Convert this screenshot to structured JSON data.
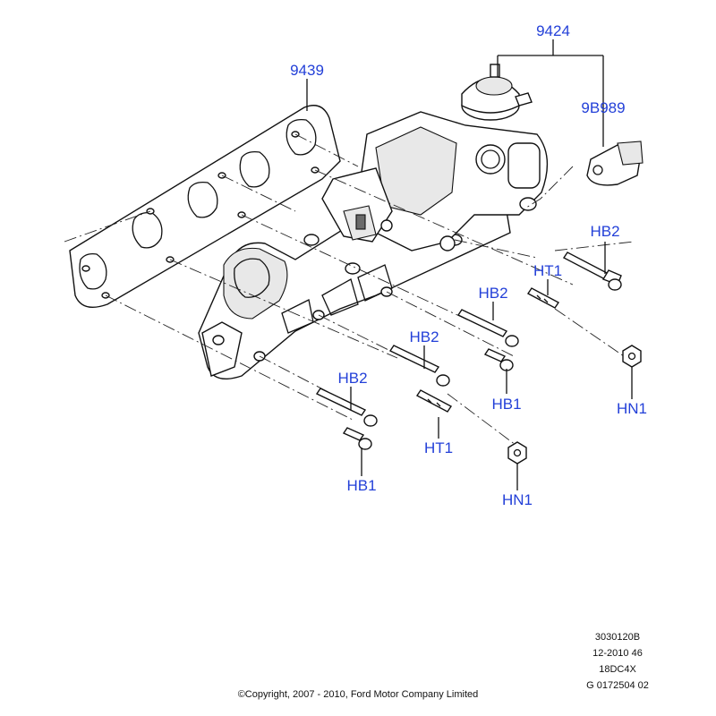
{
  "diagram": {
    "callouts": {
      "egr_valve": "9424",
      "gasket": "9439",
      "sensor": "9B989",
      "bolt_hb2_a": "HB2",
      "bolt_hb2_b": "HB2",
      "bolt_hb2_c": "HB2",
      "bolt_hb2_d": "HB2",
      "stud_ht1_a": "HT1",
      "stud_ht1_b": "HT1",
      "bolt_hb1_a": "HB1",
      "bolt_hb1_b": "HB1",
      "nut_hn1_a": "HN1",
      "nut_hn1_b": "HN1"
    },
    "reference_block": {
      "line1": "3030120B",
      "line2": "12-2010 46",
      "line3": "18DC4X",
      "line4": "G 0172504 02"
    },
    "copyright": "©Copyright, 2007 - 2010, Ford Motor Company Limited"
  },
  "colors": {
    "callout": "#2340d8",
    "line": "#111111"
  }
}
